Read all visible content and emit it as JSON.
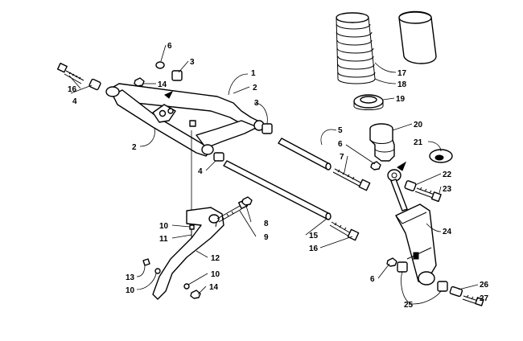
{
  "callouts": [
    {
      "id": "c1",
      "text": "1"
    },
    {
      "id": "c2a",
      "text": "2"
    },
    {
      "id": "c2b",
      "text": "2"
    },
    {
      "id": "c3a",
      "text": "3"
    },
    {
      "id": "c3b",
      "text": "3"
    },
    {
      "id": "c4a",
      "text": "4"
    },
    {
      "id": "c4b",
      "text": "4"
    },
    {
      "id": "c5",
      "text": "5"
    },
    {
      "id": "c6a",
      "text": "6"
    },
    {
      "id": "c6b",
      "text": "6"
    },
    {
      "id": "c6c",
      "text": "6"
    },
    {
      "id": "c7",
      "text": "7"
    },
    {
      "id": "c8",
      "text": "8"
    },
    {
      "id": "c9",
      "text": "9"
    },
    {
      "id": "c10a",
      "text": "10"
    },
    {
      "id": "c10b",
      "text": "10"
    },
    {
      "id": "c10c",
      "text": "10"
    },
    {
      "id": "c11",
      "text": "11"
    },
    {
      "id": "c12",
      "text": "12"
    },
    {
      "id": "c13",
      "text": "13"
    },
    {
      "id": "c14a",
      "text": "14"
    },
    {
      "id": "c14b",
      "text": "14"
    },
    {
      "id": "c15",
      "text": "15"
    },
    {
      "id": "c16a",
      "text": "16"
    },
    {
      "id": "c16b",
      "text": "16"
    },
    {
      "id": "c17",
      "text": "17"
    },
    {
      "id": "c18",
      "text": "18"
    },
    {
      "id": "c19",
      "text": "19"
    },
    {
      "id": "c20",
      "text": "20"
    },
    {
      "id": "c21",
      "text": "21"
    },
    {
      "id": "c22",
      "text": "22"
    },
    {
      "id": "c23",
      "text": "23"
    },
    {
      "id": "c24",
      "text": "24"
    },
    {
      "id": "c25",
      "text": "25"
    },
    {
      "id": "c26",
      "text": "26"
    },
    {
      "id": "c27",
      "text": "27"
    }
  ]
}
